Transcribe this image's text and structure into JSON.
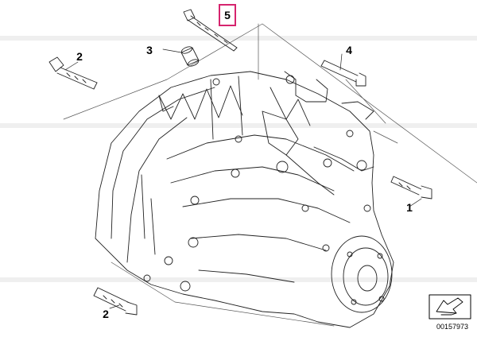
{
  "parts": [
    {
      "id": "p5",
      "label": "5",
      "highlight": true
    },
    {
      "id": "p3",
      "label": "3",
      "highlight": false
    },
    {
      "id": "p2a",
      "label": "2",
      "highlight": false
    },
    {
      "id": "p4",
      "label": "4",
      "highlight": false
    },
    {
      "id": "p1",
      "label": "1",
      "highlight": false
    },
    {
      "id": "p2b",
      "label": "2",
      "highlight": false
    }
  ],
  "colors": {
    "line": "#222222",
    "highlight": "#d6246e",
    "ghost": "#f2f2f2"
  },
  "document_number": "00157973",
  "icons": {
    "thumbnail": "arrow-part-icon"
  }
}
